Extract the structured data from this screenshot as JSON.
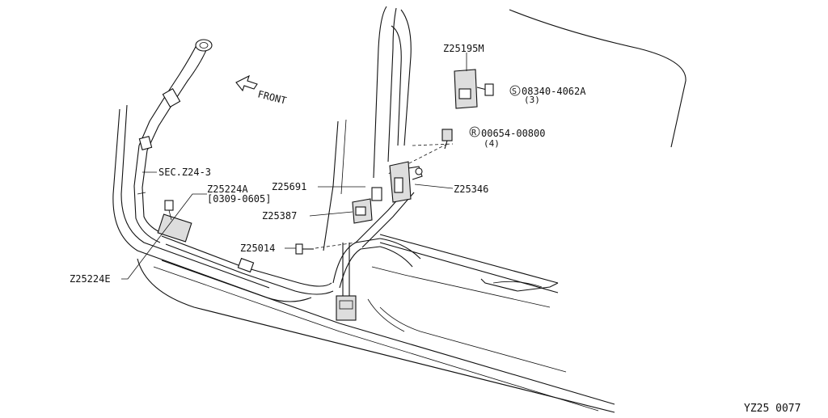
{
  "labels": {
    "front": "FRONT",
    "sec": "SEC.Z24-3",
    "p_z25224a": "Z25224A",
    "p_z25224a_range": "[0309-0605]",
    "p_z25224e": "Z25224E",
    "p_z25691": "Z25691",
    "p_z25387": "Z25387",
    "p_z25014": "Z25014",
    "p_z25346": "Z25346",
    "p_z25195m": "Z25195M",
    "bolt_s_symbol": "S",
    "bolt_s_code": "08340-4062A",
    "bolt_s_qty": "(3)",
    "clip_r_symbol": "R",
    "clip_r_code": "00654-00800",
    "clip_r_qty": "(4)",
    "diagram_id": "YZ25 0077"
  }
}
